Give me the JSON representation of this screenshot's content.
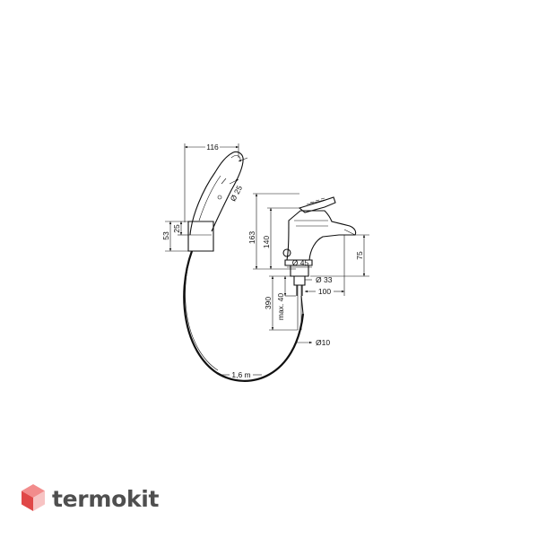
{
  "dimensions": {
    "width_116": "116",
    "dia_25": "Ø 25",
    "h_53": "53",
    "h_25": "25",
    "h_163": "163",
    "h_140": "140",
    "dia_45": "Ø 45",
    "h_75": "75",
    "dia_33": "Ø 33",
    "len_100": "100",
    "h_390": "390",
    "max_40": "max. 40",
    "dia_10": "Ø10",
    "hose_len": "1,6 m"
  },
  "brand": {
    "name": "termokit",
    "colors": {
      "top": "#f28c8c",
      "left": "#e04848",
      "right": "#f7c3c3",
      "text": "#4f4f4f"
    }
  }
}
